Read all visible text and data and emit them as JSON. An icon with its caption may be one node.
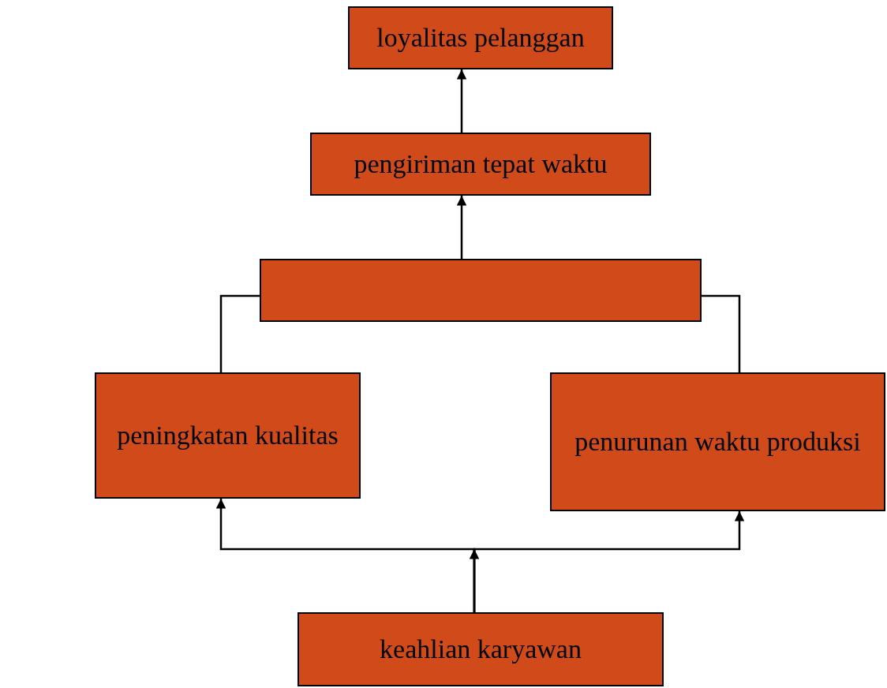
{
  "diagram": {
    "nodes": [
      {
        "text": [
          "loyalitas pelanggan"
        ]
      },
      {
        "text": [
          "pengiriman tepat waktu"
        ]
      },
      {
        "text": [],
        "shape": "box"
      },
      {
        "text": [
          "peningkatan kualitas"
        ]
      },
      {
        "text": [
          "penurunan waktu produksi"
        ]
      },
      {
        "text": [
          "keahlian karyawan"
        ]
      }
    ],
    "edges": [
      {
        "from": 1,
        "to": 0,
        "arrow": "to"
      },
      {
        "from": 2,
        "to": 1,
        "arrow": "to"
      },
      {
        "from": 3,
        "to": 2,
        "arrow": "none"
      },
      {
        "from": 4,
        "to": 2,
        "arrow": "none"
      },
      {
        "from": 5,
        "to": 3,
        "arrow": "to"
      },
      {
        "from": 5,
        "to": 4,
        "arrow": "to"
      }
    ]
  }
}
